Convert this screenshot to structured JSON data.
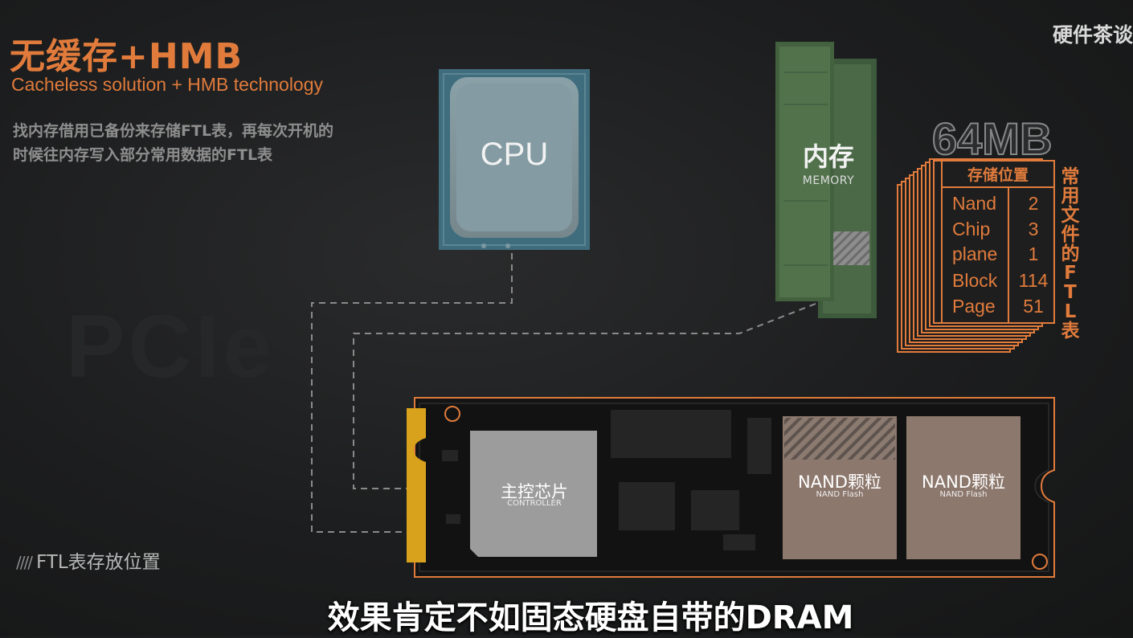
{
  "header": {
    "title": "无缓存+HMB",
    "subtitle": "Cacheless solution + HMB technology",
    "description": "找内存借用已备份来存储FTL表，再每次开机的时候往内存写入部分常用数据的FTL表"
  },
  "watermark": "硬件茶谈",
  "background_text": "PCIe",
  "cpu": {
    "label": "CPU"
  },
  "memory": {
    "label": "内存",
    "sublabel": "MEMORY"
  },
  "ftl_table": {
    "size": "64MB",
    "header": "存储位置",
    "rows": [
      {
        "name": "Nand",
        "value": "2"
      },
      {
        "name": "Chip",
        "value": "3"
      },
      {
        "name": "plane",
        "value": "1"
      },
      {
        "name": "Block",
        "value": "114"
      },
      {
        "name": "Page",
        "value": "51"
      }
    ],
    "side_label": "常用文件的FTL表"
  },
  "ssd": {
    "controller": {
      "label": "主控芯片",
      "sublabel": "CONTROLLER"
    },
    "nand": [
      {
        "label": "NAND颗粒",
        "sublabel": "NAND Flash"
      },
      {
        "label": "NAND颗粒",
        "sublabel": "NAND Flash"
      }
    ]
  },
  "legend": {
    "hatch": "////",
    "label": "FTL表存放位置"
  },
  "caption": "效果肯定不如固态硬盘自带的DRAM",
  "colors": {
    "accent": "#e07b3c",
    "pcb": "#151515",
    "cpu": "#6d9aa8",
    "ram": "#4a6a45",
    "nand": "#8f7a6e",
    "controller": "#9b9b9b"
  }
}
